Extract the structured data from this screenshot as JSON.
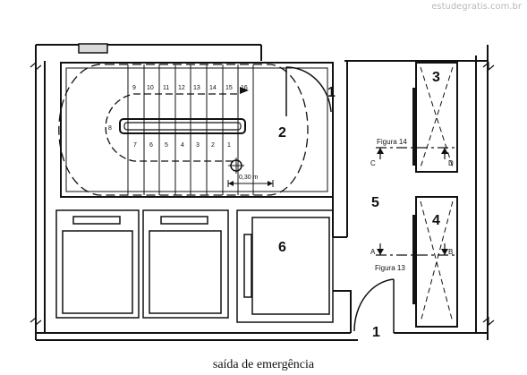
{
  "watermark": "estudegratis.com.br",
  "caption": "saída de emergência",
  "room_labels": {
    "r1_top": "1",
    "r2": "2",
    "r3": "3",
    "r4": "4",
    "r5": "5",
    "r6": "6",
    "r1_bottom": "1"
  },
  "steps_top": [
    "9",
    "10",
    "11",
    "12",
    "13",
    "14",
    "15",
    "16"
  ],
  "steps_bottom": [
    "7",
    "6",
    "5",
    "4",
    "3",
    "2",
    "1"
  ],
  "landing_step": "8",
  "dimension": "0,30 m",
  "figures": {
    "top": "Figura 14",
    "bottom": "Figura 13"
  },
  "section_marks": {
    "c": "C",
    "d": "D",
    "a": "A",
    "b": "B"
  }
}
